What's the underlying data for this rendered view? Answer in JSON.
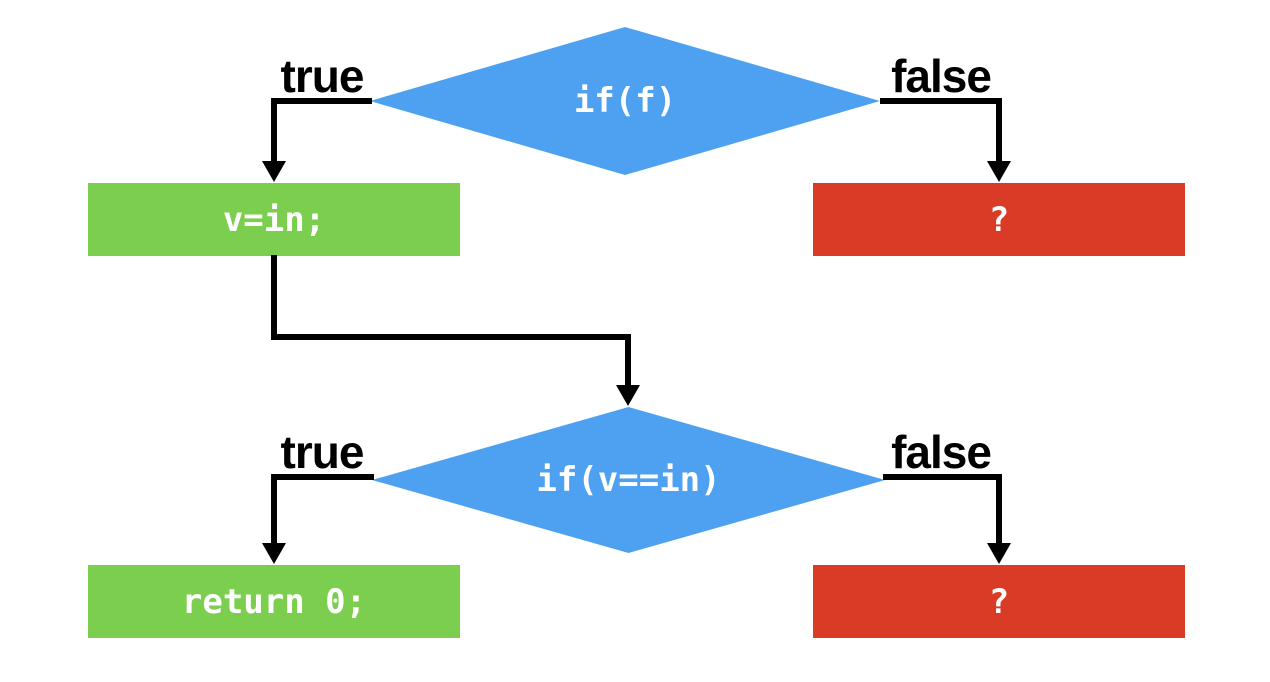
{
  "flowchart": {
    "decision1": {
      "label": "if(f)"
    },
    "decision2": {
      "label": "if(v==in)"
    },
    "true_box1": {
      "label": "v=in;"
    },
    "false_box1": {
      "label": "?"
    },
    "true_box2": {
      "label": "return 0;"
    },
    "false_box2": {
      "label": "?"
    },
    "edge_labels": {
      "true1": "true",
      "false1": "false",
      "true2": "true",
      "false2": "false"
    },
    "colors": {
      "decision_fill": "#4da1f0",
      "true_fill": "#7cce4f",
      "false_fill": "#d93b27",
      "connector": "#000000",
      "node_text": "#ffffff",
      "edge_text": "#000000",
      "background": "#ffffff"
    }
  }
}
